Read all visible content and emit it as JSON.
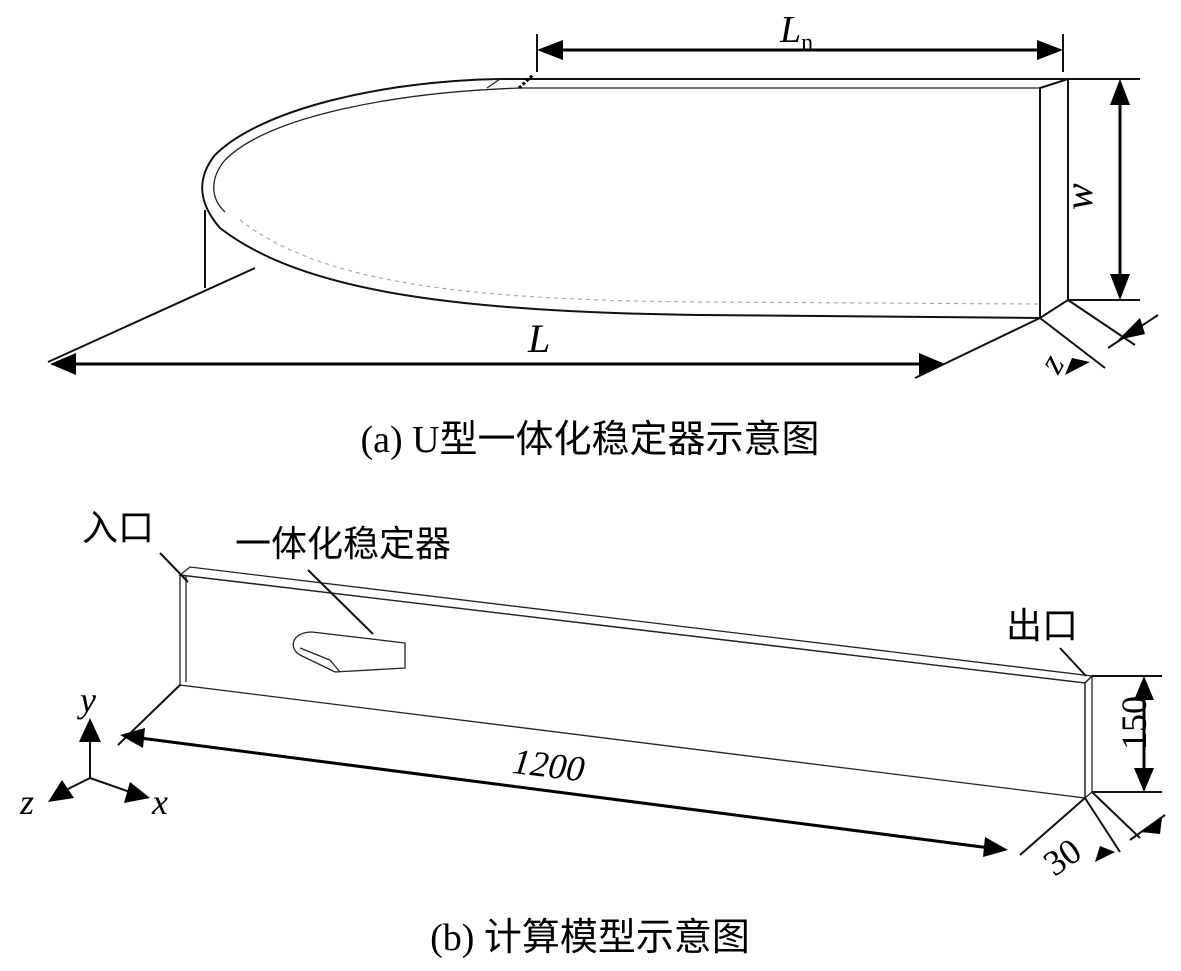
{
  "panel_a": {
    "caption": "(a) U型一体化稳定器示意图",
    "label_Ln_main": "L",
    "label_Ln_sub": "n",
    "label_L": "L",
    "label_w": "w",
    "label_z": "z"
  },
  "panel_b": {
    "caption": "(b) 计算模型示意图",
    "label_inlet": "入口",
    "label_stabilizer": "一体化稳定器",
    "label_outlet": "出口",
    "dim_length": "1200",
    "dim_height": "150",
    "dim_depth": "30",
    "axis_y": "y",
    "axis_z": "z",
    "axis_x": "x"
  }
}
